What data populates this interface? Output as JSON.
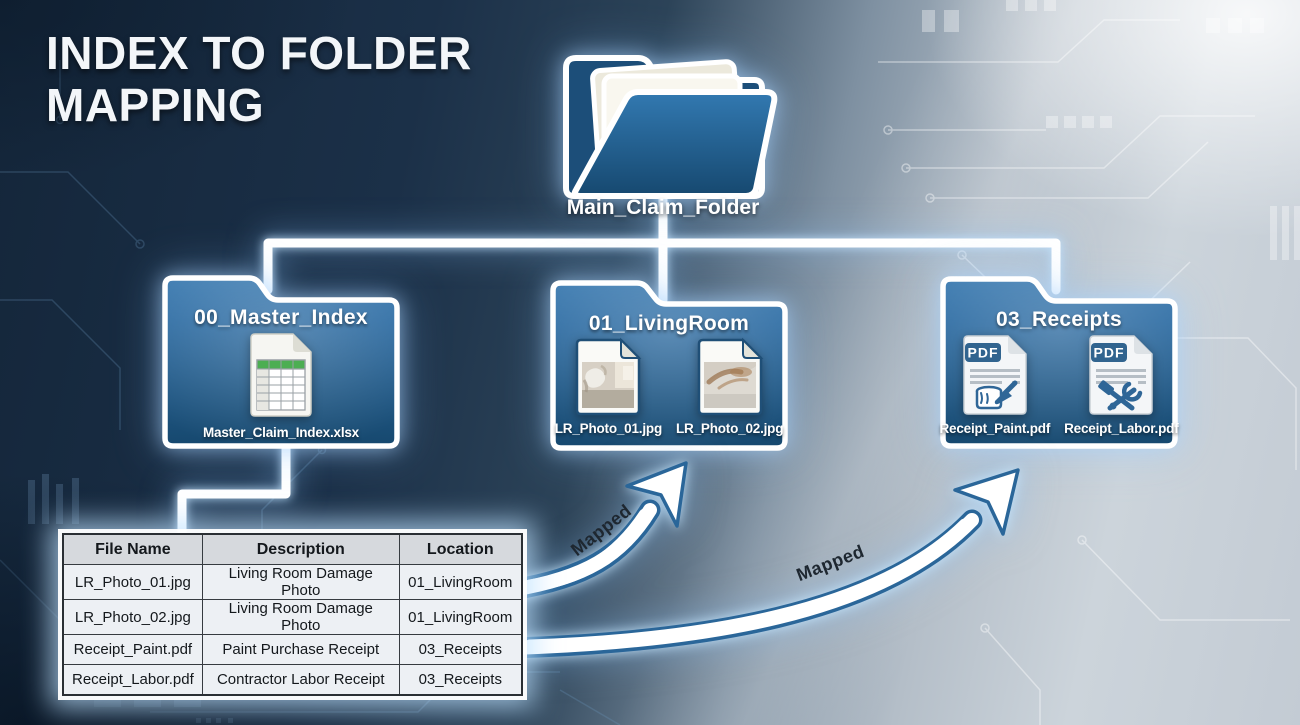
{
  "header": {
    "title": "INDEX TO FOLDER MAPPING"
  },
  "root_folder": {
    "label": "Main_Claim_Folder"
  },
  "folders": [
    {
      "name": "00_Master_Index",
      "files": [
        {
          "label": "Master_Claim_Index.xlsx",
          "type": "spreadsheet"
        }
      ]
    },
    {
      "name": "01_LivingRoom",
      "files": [
        {
          "label": "LR_Photo_01.jpg",
          "type": "photo-room-damage"
        },
        {
          "label": "LR_Photo_02.jpg",
          "type": "photo-ceiling-damage"
        }
      ]
    },
    {
      "name": "03_Receipts",
      "files": [
        {
          "label": "Receipt_Paint.pdf",
          "type": "pdf-paint",
          "badge": "PDF"
        },
        {
          "label": "Receipt_Labor.pdf",
          "type": "pdf-labor",
          "badge": "PDF"
        }
      ]
    }
  ],
  "table": {
    "headers": [
      "File Name",
      "Description",
      "Location"
    ],
    "rows": [
      [
        "LR_Photo_01.jpg",
        "Living Room Damage Photo",
        "01_LivingRoom"
      ],
      [
        "LR_Photo_02.jpg",
        "Living Room Damage Photo",
        "01_LivingRoom"
      ],
      [
        "Receipt_Paint.pdf",
        "Paint Purchase Receipt",
        "03_Receipts"
      ],
      [
        "Receipt_Labor.pdf",
        "Contractor Labor Receipt",
        "03_Receipts"
      ]
    ]
  },
  "arrows": [
    {
      "label": "Mapped"
    },
    {
      "label": "Mapped"
    }
  ],
  "colors": {
    "background_dark": "#15273a",
    "background_light": "#ccd4db",
    "folder_blue": "#3b7ab0",
    "folder_blue_dark": "#17496f",
    "outline_white": "#ffffff",
    "pdf_badge_blue": "#31648f",
    "spreadsheet_green": "#4cae52",
    "arrow_outline_blue": "#2a6699",
    "table_bg": "#edf0f4",
    "table_header_bg": "#d6d9dd"
  }
}
